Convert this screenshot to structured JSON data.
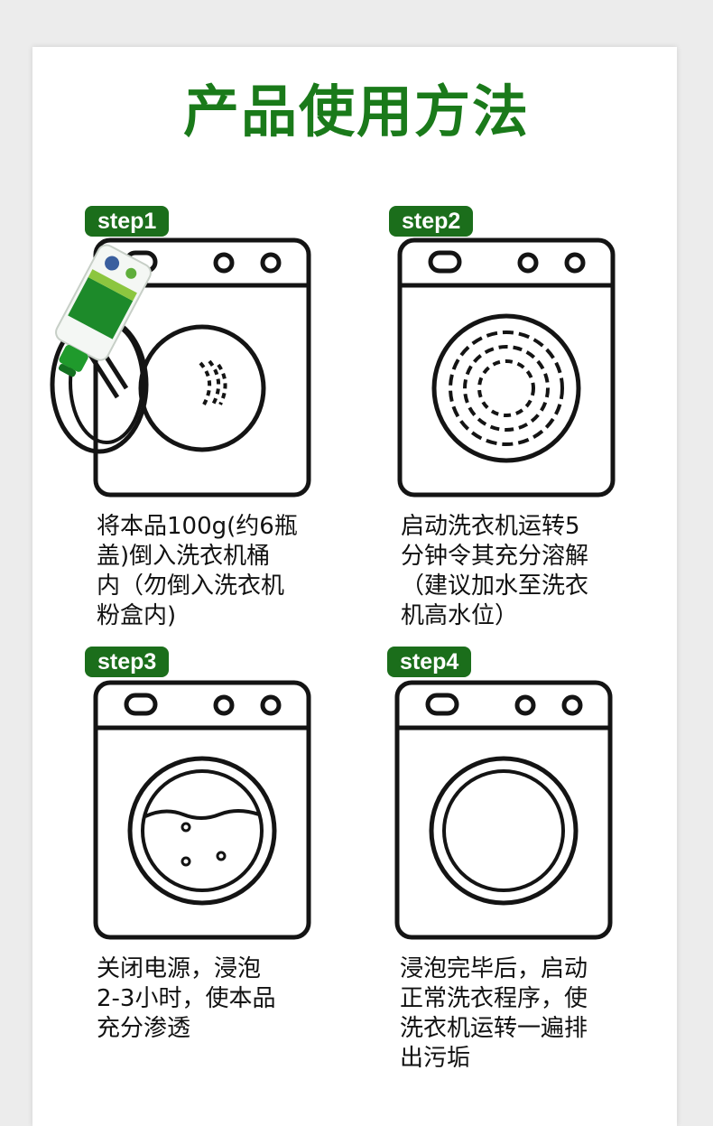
{
  "title": "产品使用方法",
  "colors": {
    "accent": "#1b6e1b",
    "title": "#1a7a1a",
    "line": "#141414"
  },
  "steps": [
    {
      "badge": "step1",
      "icon": "washing-machine-open-door-icon",
      "lines": [
        "将本品100g(约6瓶",
        "盖)倒入洗衣机桶",
        "内（勿倒入洗衣机",
        "粉盒内)"
      ]
    },
    {
      "badge": "step2",
      "icon": "washing-machine-spinning-icon",
      "lines": [
        "启动洗衣机运转5",
        "分钟令其充分溶解",
        "（建议加水至洗衣",
        "机高水位）"
      ]
    },
    {
      "badge": "step3",
      "icon": "washing-machine-soaking-icon",
      "lines": [
        "关闭电源，浸泡",
        "2-3小时，使本品",
        "充分渗透"
      ]
    },
    {
      "badge": "step4",
      "icon": "washing-machine-washing-icon",
      "lines": [
        "浸泡完毕后，启动",
        "正常洗衣程序，使",
        "洗衣机运转一遍排",
        "出污垢"
      ]
    }
  ]
}
